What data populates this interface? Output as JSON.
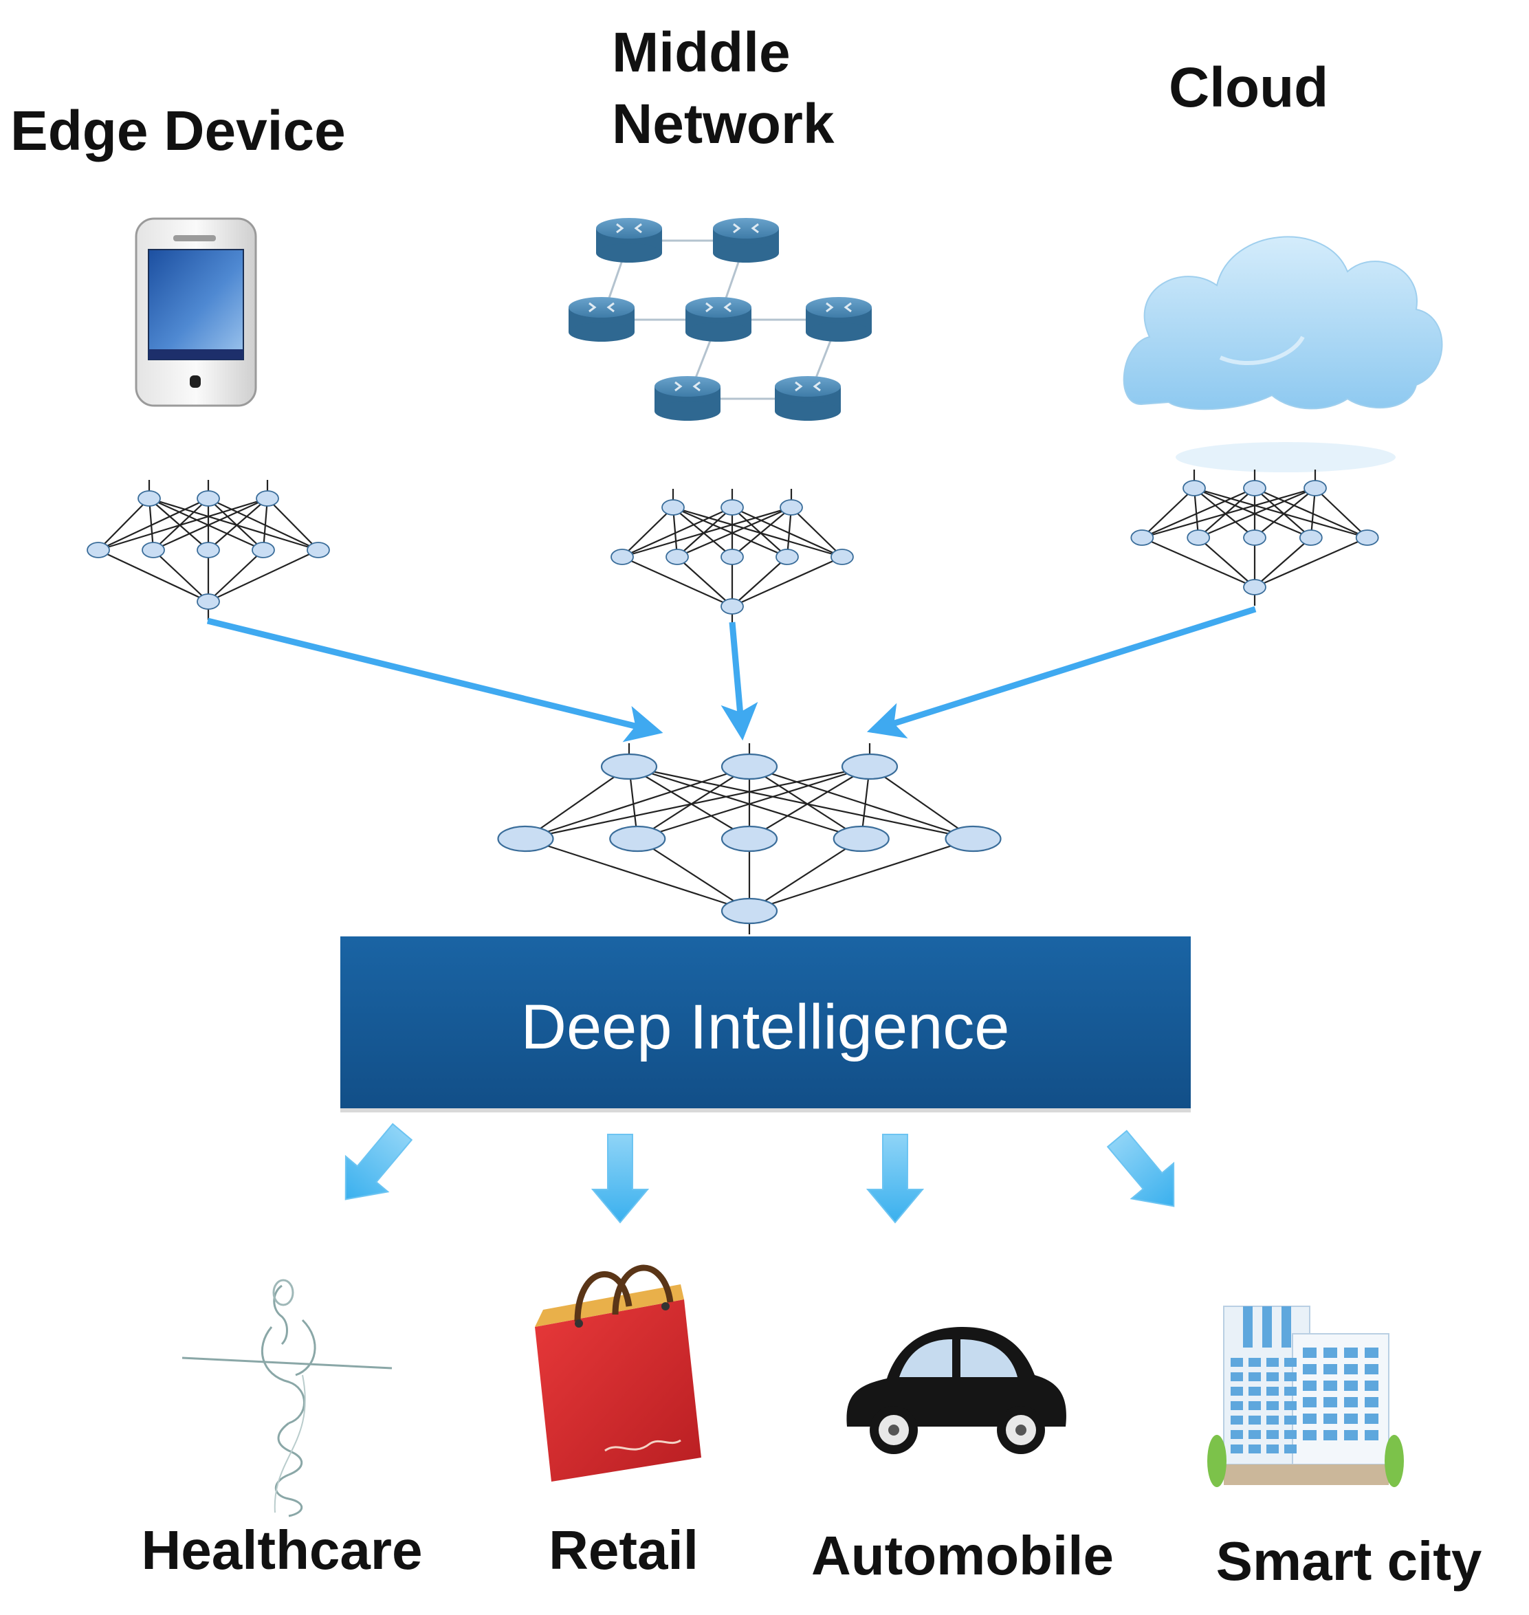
{
  "sources": [
    {
      "title": "Edge Device",
      "icon": "smartphone-icon"
    },
    {
      "title_lines": [
        "Middle",
        "Network"
      ],
      "icon": "router-network-icon"
    },
    {
      "title": "Cloud",
      "icon": "cloud-icon"
    }
  ],
  "central_box": {
    "label": "Deep Intelligence",
    "color": "#155a97"
  },
  "applications": [
    {
      "label": "Healthcare",
      "icon": "healthcare-figure-icon"
    },
    {
      "label": "Retail",
      "icon": "shopping-bag-icon"
    },
    {
      "label": "Automobile",
      "icon": "car-icon"
    },
    {
      "label": "Smart city",
      "icon": "city-building-icon"
    }
  ],
  "colors": {
    "arrow_blue": "#3fa9f0",
    "router_blue": "#3f7ca8",
    "node_fill": "#c9ddf3",
    "cloud_blue": "#a9d6f5",
    "box_blue": "#155a97",
    "bag_red": "#d9282b"
  }
}
